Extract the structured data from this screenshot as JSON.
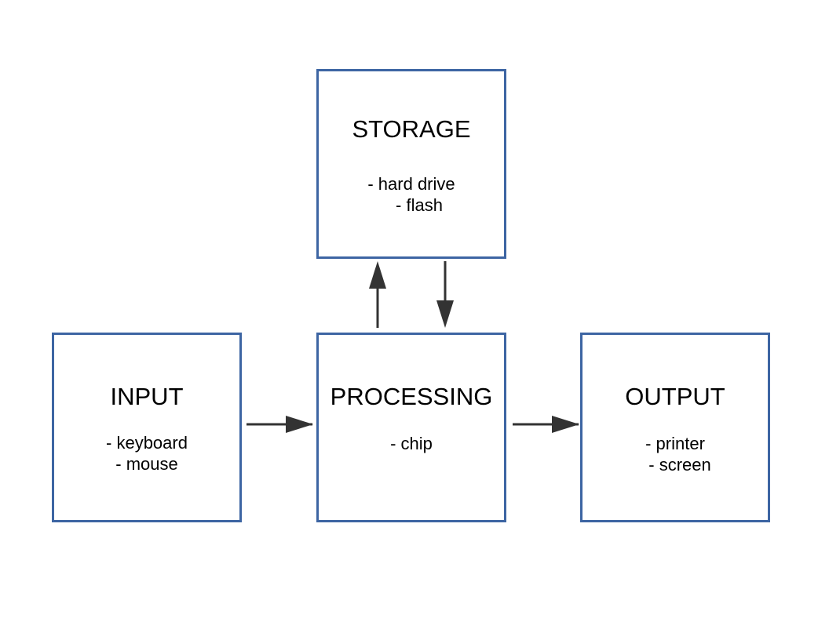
{
  "diagram": {
    "boxes": {
      "storage": {
        "title": "STORAGE",
        "items": [
          "- hard drive",
          "- flash"
        ]
      },
      "input": {
        "title": "INPUT",
        "items": [
          "- keyboard",
          "- mouse"
        ]
      },
      "processing": {
        "title": "PROCESSING",
        "items": [
          "- chip"
        ]
      },
      "output": {
        "title": "OUTPUT",
        "items": [
          "- printer",
          "- screen"
        ]
      }
    },
    "connections": [
      {
        "from": "input",
        "to": "processing"
      },
      {
        "from": "processing",
        "to": "output"
      },
      {
        "from": "processing",
        "to": "storage"
      },
      {
        "from": "storage",
        "to": "processing"
      }
    ],
    "colors": {
      "box_border": "#3d65a3",
      "arrow": "#333333",
      "text": "#000000",
      "background": "#ffffff"
    }
  }
}
